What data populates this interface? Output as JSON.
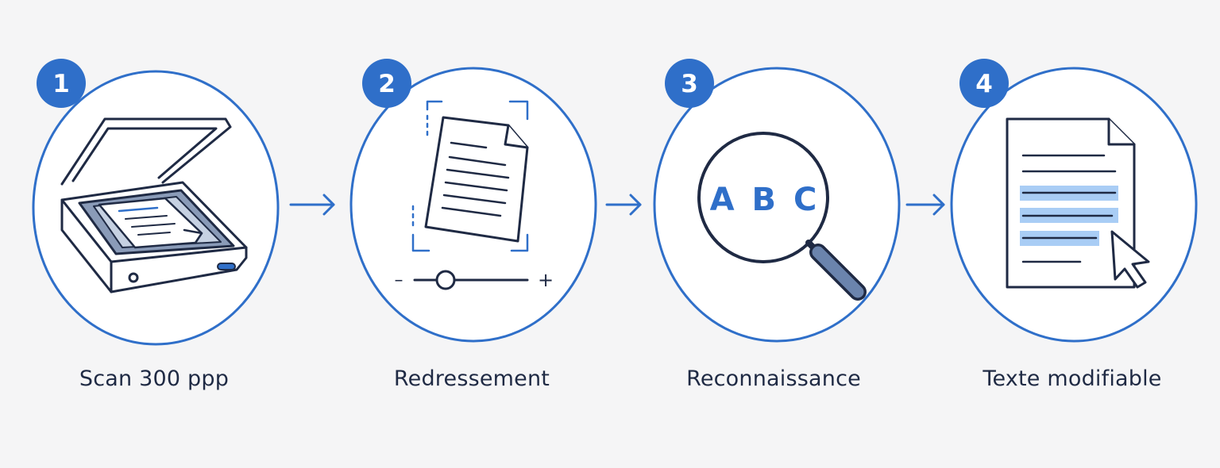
{
  "colors": {
    "background": "#f5f5f6",
    "accent": "#2f6fc9",
    "outline": "#1f2a44",
    "highlight": "#a9cdf5",
    "scanner_bed": "#8a9bb8",
    "handle": "#6b84ad"
  },
  "steps": [
    {
      "number": "1",
      "label": "Scan 300 ppp",
      "icon": "flatbed-scanner-icon"
    },
    {
      "number": "2",
      "label": "Redressement",
      "icon": "deskew-document-icon"
    },
    {
      "number": "3",
      "label": "Reconnaissance",
      "icon": "magnifier-abc-icon",
      "icon_text": "A B C"
    },
    {
      "number": "4",
      "label": "Texte modifiable",
      "icon": "editable-document-cursor-icon"
    }
  ],
  "connectors": [
    "arrow-right-icon",
    "arrow-right-icon",
    "arrow-right-icon"
  ],
  "slider": {
    "minus": "–",
    "plus": "+"
  }
}
